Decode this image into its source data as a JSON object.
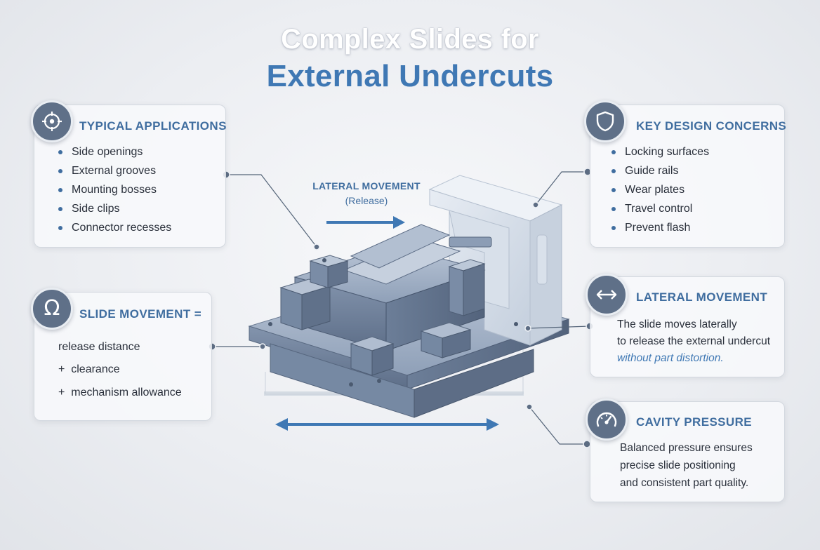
{
  "title": {
    "line1": "Complex Slides for",
    "line2": "External Undercuts"
  },
  "typical_applications": {
    "icon": "crosshair-icon",
    "heading": "TYPICAL APPLICATIONS",
    "items": [
      "Side openings",
      "External grooves",
      "Mounting bosses",
      "Side clips",
      "Connector recesses"
    ]
  },
  "slide_movement": {
    "icon": "omega-icon",
    "heading": "SLIDE MOVEMENT =",
    "lines": [
      "release distance",
      "+  clearance",
      "+  mechanism allowance"
    ]
  },
  "key_design_concerns": {
    "icon": "shield-icon",
    "heading": "KEY DESIGN CONCERNS",
    "items": [
      "Locking surfaces",
      "Guide rails",
      "Wear plates",
      "Travel control",
      "Prevent flash"
    ]
  },
  "lateral_movement": {
    "icon": "double-arrow-icon",
    "heading": "LATERAL MOVEMENT",
    "line1": "The slide moves laterally",
    "line2": "to release the external undercut",
    "line3": "without part distortion."
  },
  "cavity_pressure": {
    "icon": "gauge-icon",
    "heading": "CAVITY PRESSURE",
    "lines": [
      "Balanced pressure ensures",
      "precise slide positioning",
      "and consistent part quality."
    ]
  },
  "diagram_label": {
    "label": "LATERAL MOVEMENT",
    "sub": "(Release)"
  },
  "colors": {
    "accent": "#3f78b4",
    "badge": "#5f7088",
    "steel": "#7d8ea6"
  }
}
